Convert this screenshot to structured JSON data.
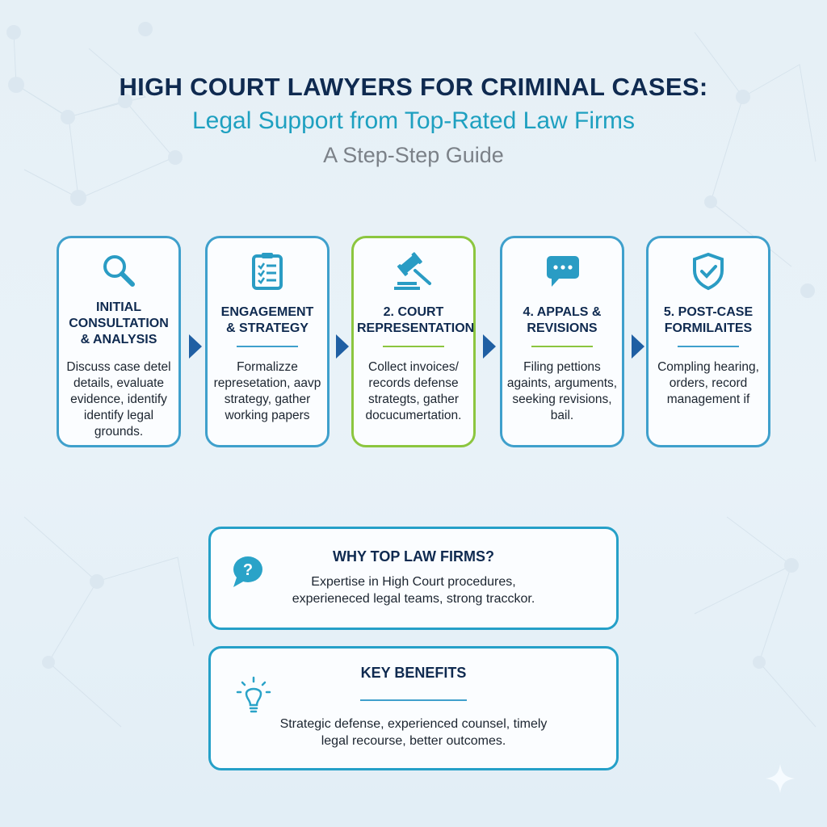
{
  "header": {
    "title": "HIGH COURT LAWYERS FOR CRIMINAL CASES:",
    "subtitle": "Legal Support from Top-Rated Law Firms",
    "tagline": "A Step-Step Guide"
  },
  "steps": [
    {
      "icon": "magnifying-glass-icon",
      "title_lines": [
        "INITIAL",
        "CONSULTATION",
        "& ANALYSIS"
      ],
      "desc_lines": [
        "Discuss case detel",
        "details, evaluate",
        "evidence, identify",
        "identify legal grounds."
      ],
      "border_color": "#3fa0cc"
    },
    {
      "icon": "checklist-clipboard-icon",
      "title_lines": [
        "ENGAGEMENT",
        "& STRATEGY"
      ],
      "desc_lines": [
        "Formalizze",
        "represetation, aavp",
        "strategy, gather",
        "working papers"
      ],
      "border_color": "#3fa0cc"
    },
    {
      "icon": "gavel-icon",
      "title_lines": [
        "2. COURT",
        "REPRESENTATION"
      ],
      "desc_lines": [
        "Collect invoices/",
        "records defense",
        "strategts, gather",
        "docucumertation."
      ],
      "border_color": "#8cc63f"
    },
    {
      "icon": "chat-bubble-icon",
      "title_lines": [
        "4. APPALS &",
        "REVISIONS"
      ],
      "desc_lines": [
        "Filing pettions",
        "againts, arguments,",
        "seeking revisions,",
        "bail."
      ],
      "border_color": "#3fa0cc"
    },
    {
      "icon": "shield-check-icon",
      "title_lines": [
        "5. POST-CASE",
        "FORMILAITES"
      ],
      "desc_lines": [
        "Compling hearing,",
        "orders, record",
        "management if"
      ],
      "border_color": "#3fa0cc"
    }
  ],
  "why": {
    "icon": "question-bubble-icon",
    "title": "WHY TOP LAW FIRMS?",
    "text_lines": [
      "Expertise in High Court procedures,",
      "experieneced legal teams, strong tracckor."
    ]
  },
  "benefits": {
    "icon": "lightbulb-icon",
    "title": "KEY BENEFITS",
    "text_lines": [
      "Strategic defense, experienced counsel, timely",
      "legal recourse, better outcomes."
    ]
  },
  "colors": {
    "navy": "#0f2a50",
    "teal": "#1ea0c0",
    "card_border": "#3fa0cc",
    "active_border": "#8cc63f",
    "arrow": "#1f5fa3"
  }
}
